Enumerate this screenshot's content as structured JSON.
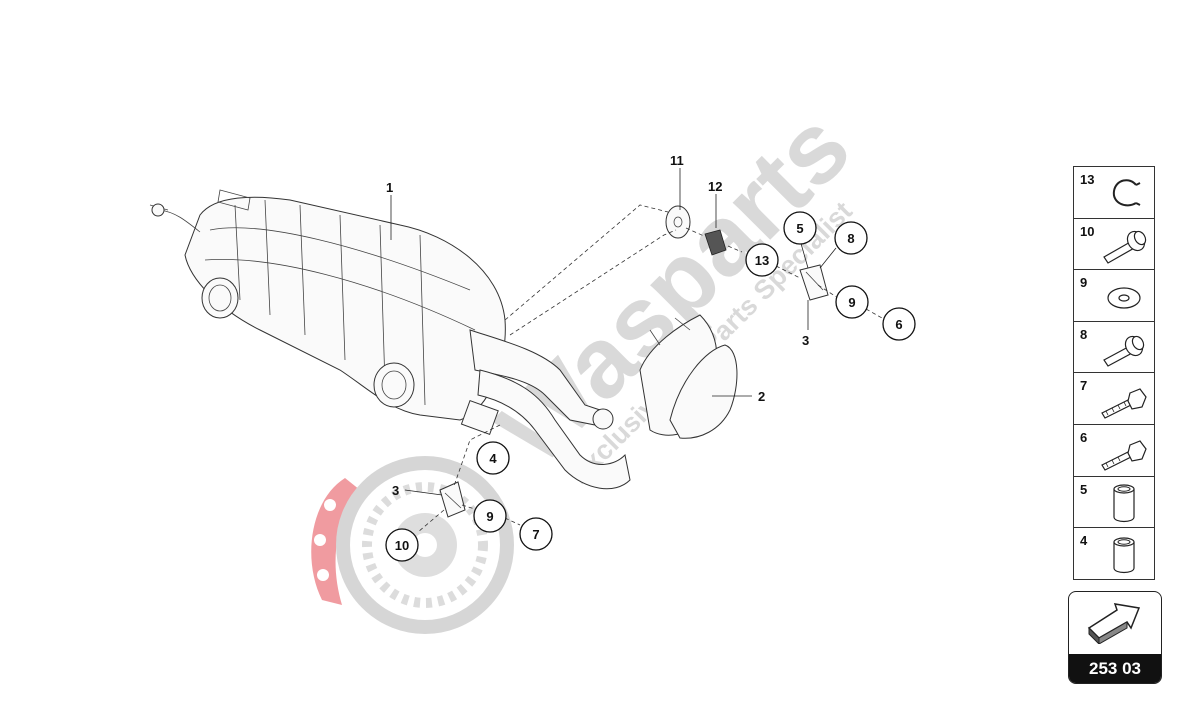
{
  "callouts": {
    "c1": "1",
    "c2": "2",
    "c3a": "3",
    "c3b": "3",
    "c4": "4",
    "c5": "5",
    "c6": "6",
    "c7": "7",
    "c8": "8",
    "c9a": "9",
    "c9b": "9",
    "c10": "10",
    "c11": "11",
    "c12": "12",
    "c13": "13"
  },
  "legend": [
    {
      "number": "13",
      "icon": "circlip-icon"
    },
    {
      "number": "10",
      "icon": "flange-bolt-icon"
    },
    {
      "number": "9",
      "icon": "washer-icon"
    },
    {
      "number": "8",
      "icon": "flange-bolt-icon"
    },
    {
      "number": "7",
      "icon": "hex-bolt-icon"
    },
    {
      "number": "6",
      "icon": "hex-bolt-icon"
    },
    {
      "number": "5",
      "icon": "sleeve-icon"
    },
    {
      "number": "4",
      "icon": "sleeve-icon"
    }
  ],
  "page_code": "253 03",
  "watermark": {
    "brand": "Wasparts",
    "tagline": "Exclusive Car Parts Specialist",
    "colors": {
      "grey": "#c9c9c9",
      "red": "#e8636b"
    }
  }
}
